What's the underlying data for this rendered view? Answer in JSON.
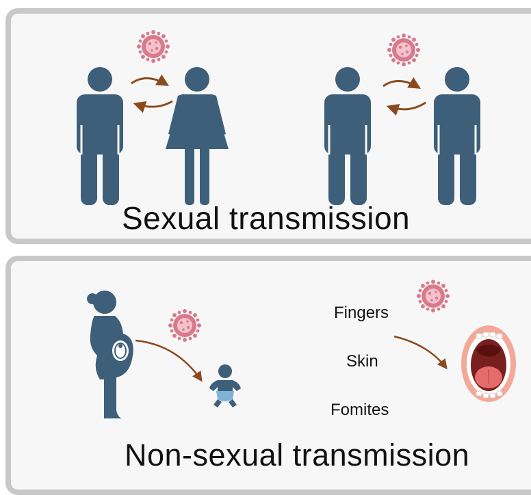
{
  "panels": {
    "sexual": {
      "title": "Sexual transmission"
    },
    "non_sexual": {
      "title": "Non-sexual transmission",
      "routes": [
        "Fingers",
        "Skin",
        "Fomites"
      ]
    }
  },
  "colors": {
    "figure": "#3d5f79",
    "arrow": "#8b4a1e",
    "virus": "#d97a8c",
    "panel_bg": "#f7f7f7",
    "panel_border": "#c8c8c8"
  },
  "icons": [
    "male-icon",
    "female-icon",
    "virus-icon",
    "pregnant-woman-icon",
    "baby-icon",
    "open-mouth-icon"
  ]
}
